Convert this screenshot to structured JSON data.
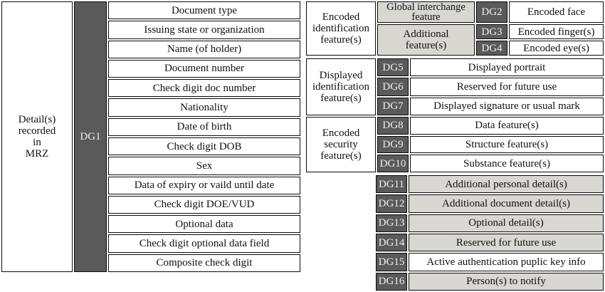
{
  "colors": {
    "dark_dg_cell": "#5a5a5a",
    "light_shaded_cell": "#d8d7d2",
    "border": "#0a0a0a",
    "background": "#ffffff"
  },
  "left_table": {
    "label": "Detail(s)\nrecorded\nin\nMRZ",
    "dg": "DG1",
    "rows": [
      "Document type",
      "Issuing state or organization",
      "Name (of holder)",
      "Document number",
      "Check digit doc number",
      "Nationality",
      "Date of birth",
      "Check digit DOB",
      "Sex",
      "Data of expiry or vaild until date",
      "Check digit DOE/VUD",
      "Optional data",
      "Check digit optional data field",
      "Composite check digit"
    ]
  },
  "right": {
    "encoded_identification": {
      "label": "Encoded\nidentification\nfeature(s)",
      "global_interchange_label": "Global interchange\nfeature",
      "additional_label": "Additional\nfeature(s)",
      "rows": [
        {
          "dg": "DG2",
          "text": "Encoded face"
        },
        {
          "dg": "DG3",
          "text": "Encoded finger(s)"
        },
        {
          "dg": "DG4",
          "text": "Encoded eye(s)"
        }
      ]
    },
    "displayed_identification": {
      "label": "Displayed\nidentification\nfeature(s)",
      "rows": [
        {
          "dg": "DG5",
          "text": "Displayed portrait"
        },
        {
          "dg": "DG6",
          "text": "Reserved for future use"
        },
        {
          "dg": "DG7",
          "text": "Displayed signature or usual mark"
        }
      ]
    },
    "encoded_security": {
      "label": "Encoded\nsecurity\nfeature(s)",
      "rows": [
        {
          "dg": "DG8",
          "text": "Data feature(s)"
        },
        {
          "dg": "DG9",
          "text": "Structure feature(s)"
        },
        {
          "dg": "DG10",
          "text": "Substance feature(s)"
        }
      ]
    },
    "additional_dgs": {
      "rows": [
        {
          "dg": "DG11",
          "text": "Additional personal detail(s)"
        },
        {
          "dg": "DG12",
          "text": "Additional document detail(s)"
        },
        {
          "dg": "DG13",
          "text": "Optional detail(s)"
        },
        {
          "dg": "DG14",
          "text": "Reserved for future use"
        },
        {
          "dg": "DG15",
          "text": "Active authentication puplic key info"
        },
        {
          "dg": "DG16",
          "text": "Person(s) to notify"
        }
      ]
    }
  }
}
